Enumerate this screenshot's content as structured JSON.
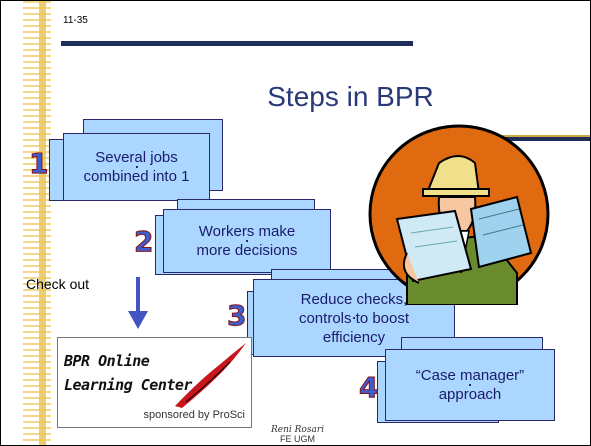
{
  "slide": {
    "number": "11-35",
    "title": "Steps in BPR"
  },
  "steps": [
    {
      "num": "1",
      "line1": "Several jobs",
      "line2": "combined into 1"
    },
    {
      "num": "2",
      "line1": "Workers make",
      "line2": "more decisions"
    },
    {
      "num": "3",
      "line1": "Reduce checks,",
      "line2": "controls to boost",
      "line3": "efficiency"
    },
    {
      "num": "4",
      "line1": "“Case manager”",
      "line2": "approach"
    }
  ],
  "checkout": {
    "label": "Check out"
  },
  "bpr_logo": {
    "line1": "BPR Online",
    "line2": "Learning Center",
    "sponsor": "sponsored by ProSci"
  },
  "footer": {
    "author": "Reni Rosari",
    "institution": "FE UGM"
  },
  "colors": {
    "box_fill": "#aad6ff",
    "title": "#2a3a78",
    "accent_line": "#1f2f5c",
    "stripe": "#f2d98a"
  }
}
